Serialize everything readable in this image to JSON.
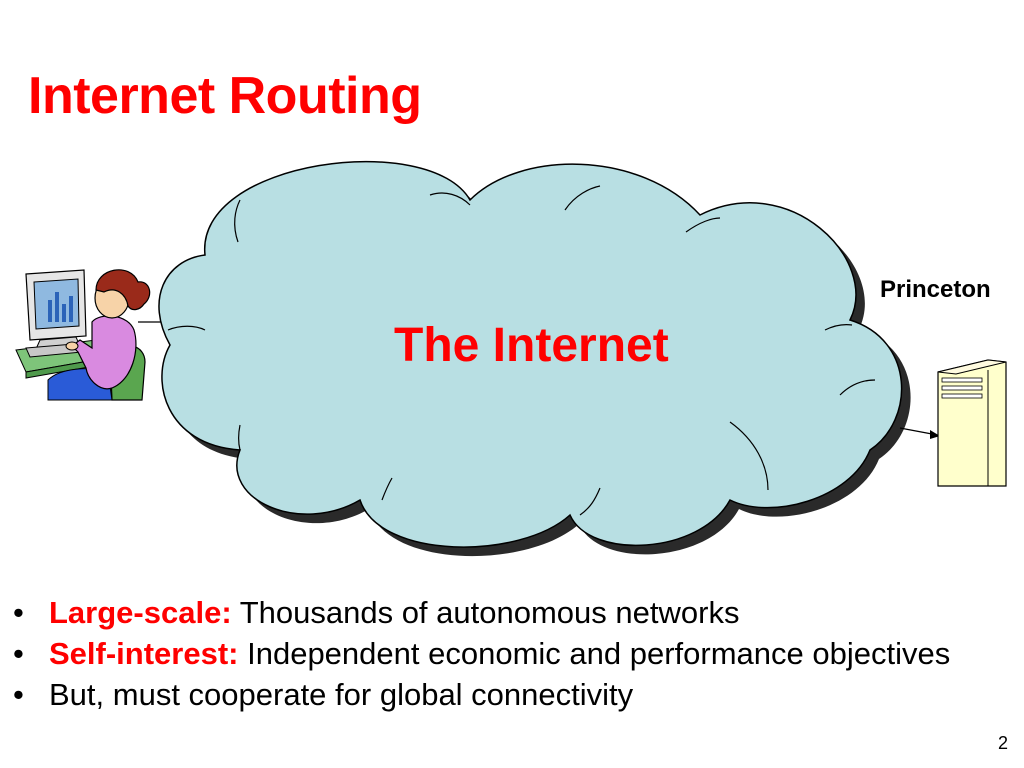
{
  "slide": {
    "title": "Internet Routing",
    "page_number": "2"
  },
  "diagram": {
    "cloud_label": "The Internet",
    "server_label": "Princeton",
    "icons": [
      "user-at-computer-icon",
      "server-tower-icon",
      "cloud-icon"
    ]
  },
  "bullets": [
    {
      "keyword": "Large-scale:",
      "text": "Thousands of autonomous networks"
    },
    {
      "keyword": "Self-interest:",
      "text": "Independent economic and performance objectives"
    },
    {
      "keyword": "",
      "text": "But, must cooperate for global connectivity"
    }
  ],
  "colors": {
    "accent": "#ff0000",
    "cloud_fill": "#b8dfe3",
    "cloud_shadow": "#2a2a2a",
    "server_fill": "#ffffcc"
  }
}
